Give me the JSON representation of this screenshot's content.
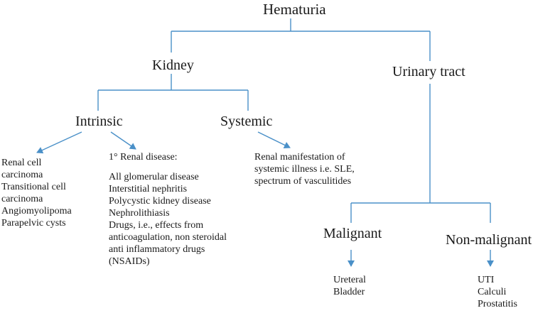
{
  "root": "Hematuria",
  "kidney": "Kidney",
  "urinary_tract": "Urinary tract",
  "intrinsic": "Intrinsic",
  "systemic": "Systemic",
  "malignant": "Malignant",
  "non_malignant": "Non-malignant",
  "intrinsic_left_list": [
    "Renal cell",
    "carcinoma",
    "Transitional cell",
    "carcinoma",
    "Angiomyolipoma",
    "Parapelvic cysts"
  ],
  "renal_disease": {
    "title": "1° Renal disease:",
    "items": [
      "All glomerular disease",
      "Interstitial nephritis",
      "Polycystic kidney disease",
      "Nephrolithiasis",
      "Drugs, i.e., effects from",
      "anticoagulation, non steroidal",
      "anti inflammatory drugs",
      "(NSAIDs)"
    ]
  },
  "systemic_desc": [
    "Renal manifestation of",
    "systemic illness i.e. SLE,",
    "spectrum of vasculitides"
  ],
  "malignant_list": [
    "Ureteral",
    "Bladder"
  ],
  "non_malignant_list": [
    "UTI",
    "Calculi",
    "Prostatitis"
  ],
  "colors": {
    "connector": "#4a90c8",
    "text": "#1a1a1a",
    "frame": "#000000"
  }
}
